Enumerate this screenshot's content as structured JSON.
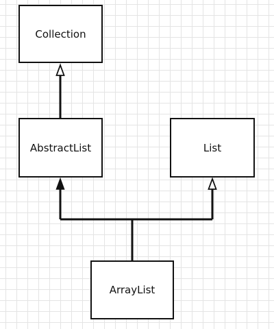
{
  "diagram": {
    "classes": {
      "collection": "Collection",
      "abstract_list": "AbstractList",
      "list": "List",
      "array_list": "ArrayList"
    },
    "relations": [
      {
        "from": "AbstractList",
        "to": "Collection",
        "arrow": "hollow-triangle"
      },
      {
        "from": "ArrayList",
        "to": "AbstractList",
        "arrow": "filled-triangle"
      },
      {
        "from": "ArrayList",
        "to": "List",
        "arrow": "hollow-triangle"
      }
    ],
    "colors": {
      "line": "#111111",
      "grid": "#e4e4e4",
      "background": "#ffffff"
    }
  }
}
